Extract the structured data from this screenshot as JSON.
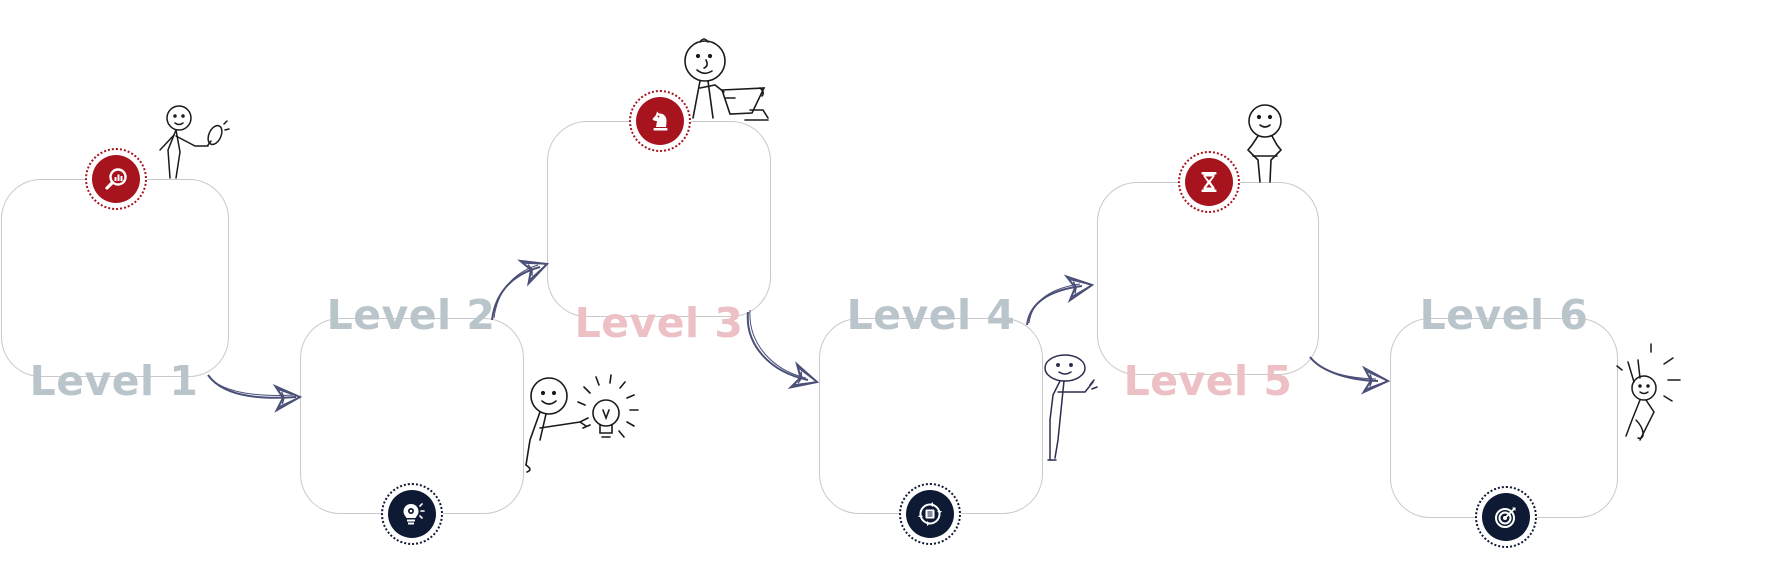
{
  "colors": {
    "accent_red": "#a8141e",
    "accent_navy": "#0e1a33",
    "label_grey": "#b9c4cb",
    "label_pink": "#ecc0c4",
    "arrow": "#4a4f78"
  },
  "levels": [
    {
      "label": "Level 1",
      "badge_icon": "magnifier-chart-icon",
      "badge_color": "red"
    },
    {
      "label": "Level 2",
      "badge_icon": "lightbulb-gear-icon",
      "badge_color": "navy"
    },
    {
      "label": "Level 3",
      "badge_icon": "chess-knight-icon",
      "badge_color": "red"
    },
    {
      "label": "Level 4",
      "badge_icon": "process-cycle-icon",
      "badge_color": "navy"
    },
    {
      "label": "Level 5",
      "badge_icon": "hourglass-icon",
      "badge_color": "red"
    },
    {
      "label": "Level 6",
      "badge_icon": "target-icon",
      "badge_color": "navy"
    }
  ]
}
